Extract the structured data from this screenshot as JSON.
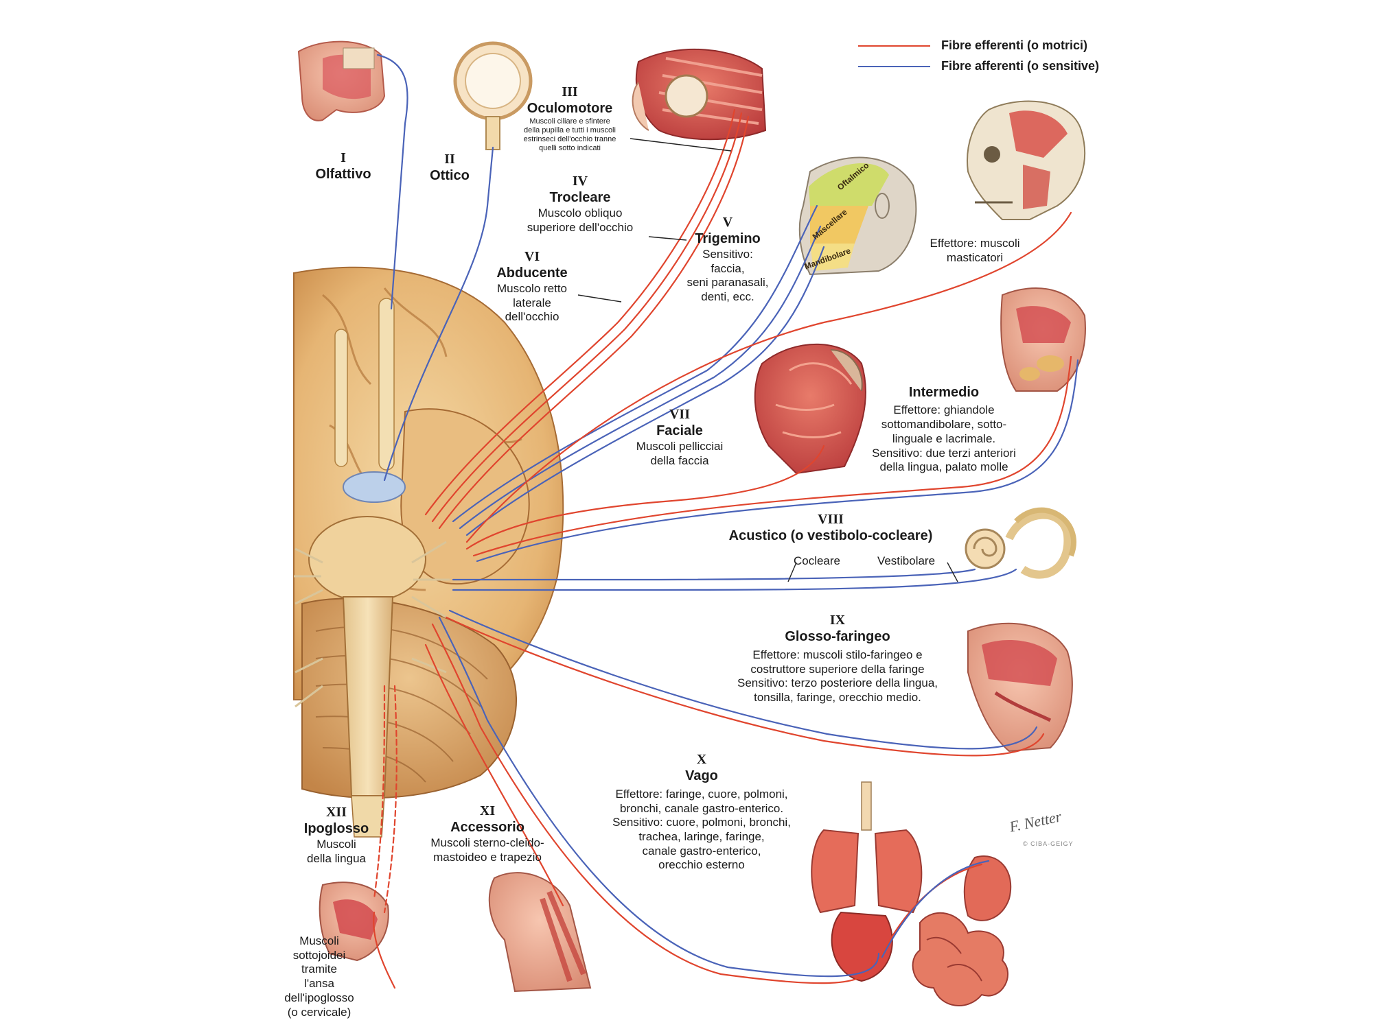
{
  "legend": {
    "efferent": {
      "label": "Fibre efferenti (o motrici)",
      "color": "#e0452e"
    },
    "afferent": {
      "label": "Fibre afferenti (o sensitive)",
      "color": "#4a63b8"
    }
  },
  "nerves": {
    "I": {
      "numeral": "I",
      "name": "Olfattivo",
      "desc": ""
    },
    "II": {
      "numeral": "II",
      "name": "Ottico",
      "desc": ""
    },
    "III": {
      "numeral": "III",
      "name": "Oculomotore",
      "desc": "Muscoli ciliare e sfintere\ndella pupilla e tutti i muscoli\nestrinseci dell'occhio tranne\nquelli sotto indicati"
    },
    "IV": {
      "numeral": "IV",
      "name": "Trocleare",
      "desc": "Muscolo obliquo\nsuperiore dell'occhio"
    },
    "V": {
      "numeral": "V",
      "name": "Trigemino",
      "desc": "Sensitivo:\nfaccia,\nseni paranasali,\ndenti, ecc."
    },
    "VI": {
      "numeral": "VI",
      "name": "Abducente",
      "desc": "Muscolo retto\nlaterale\ndell'occhio"
    },
    "VII": {
      "numeral": "VII",
      "name": "Faciale",
      "desc": "Muscoli pellicciai\ndella faccia"
    },
    "intermedio": {
      "name": "Intermedio",
      "desc": "Effettore: ghiandole\nsottomandibolare, sotto-\nlinguale e lacrimale.\nSensitivo: due terzi anteriori\ndella lingua, palato molle"
    },
    "VIII": {
      "numeral": "VIII",
      "name": "Acustico (o vestibolo-cocleare)",
      "cochlear": "Cocleare",
      "vestibular": "Vestibolare"
    },
    "IX": {
      "numeral": "IX",
      "name": "Glosso-faringeo",
      "desc": "Effettore: muscoli stilo-faringeo e\ncostruttore superiore della faringe\nSensitivo: terzo posteriore della lingua,\ntonsilla, faringe, orecchio medio."
    },
    "X": {
      "numeral": "X",
      "name": "Vago",
      "desc": "Effettore: faringe, cuore, polmoni,\nbronchi, canale gastro-enterico.\nSensitivo: cuore, polmoni, bronchi,\ntrachea, laringe, faringe,\ncanale gastro-enterico,\norecchio esterno"
    },
    "XI": {
      "numeral": "XI",
      "name": "Accessorio",
      "desc": "Muscoli sterno-cleido-\nmastoideo e trapezio"
    },
    "XII": {
      "numeral": "XII",
      "name": "Ipoglosso",
      "desc": "Muscoli\ndella lingua"
    }
  },
  "masticator_effector": "Effettore: muscoli\nmasticatori",
  "infrahyoid": "Muscoli\nsottojoidei\ntramite\nl'ansa\ndell'ipoglosso\n(o cervicale)",
  "trigeminal_regions": {
    "ophthalmic": "Oftalmico",
    "maxillary": "Mascellare",
    "mandibular": "Mandibolare"
  },
  "signature": "F. Netter",
  "signature_sub": "© CIBA-GEIGY"
}
